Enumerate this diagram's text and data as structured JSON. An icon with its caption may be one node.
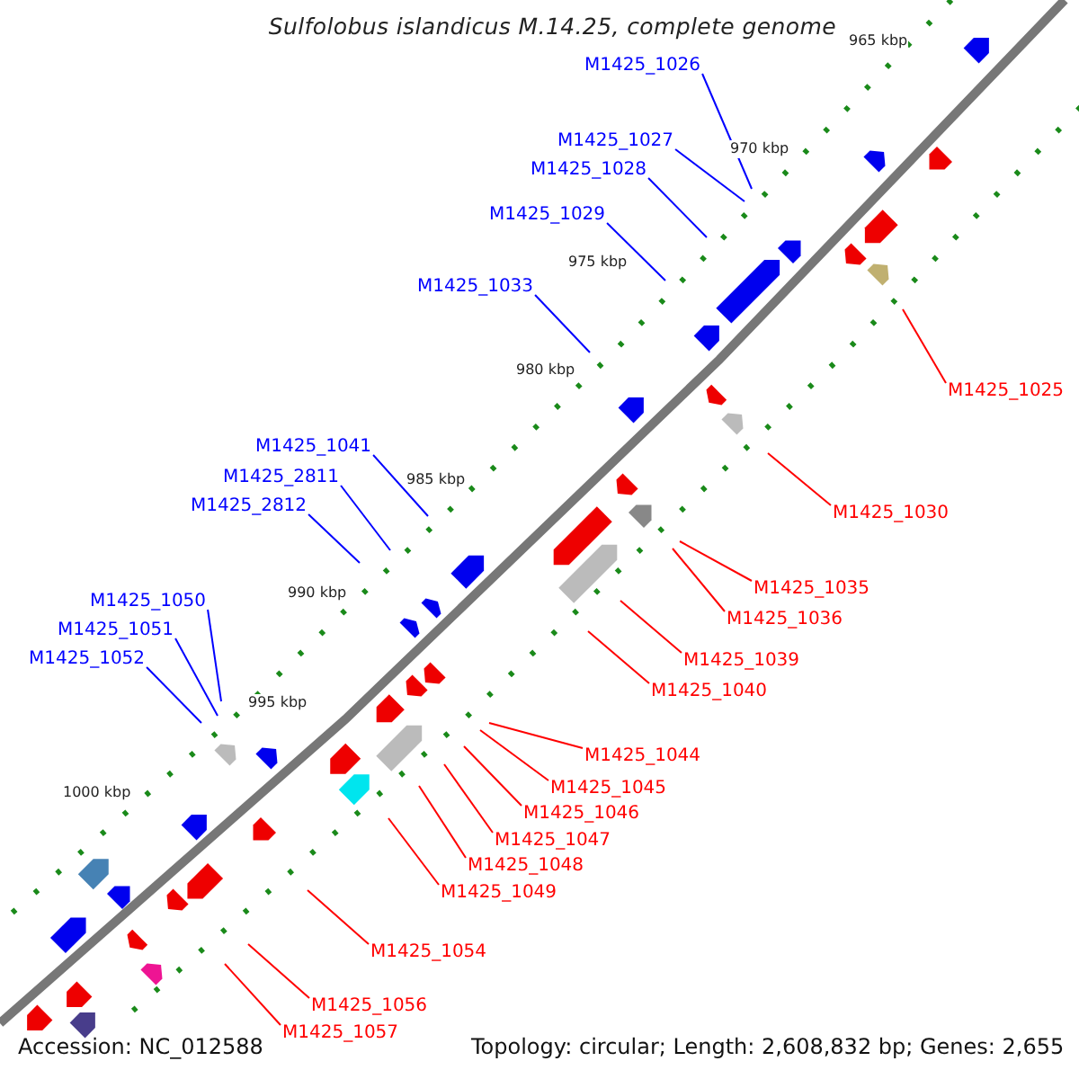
{
  "diagram": {
    "title": "Sulfolobus islandicus M.14.25, complete genome",
    "nodes": [
      {
        "text": [
          "M1425_1026"
        ]
      },
      {
        "text": [
          "M1425_1027"
        ]
      },
      {
        "text": [
          "M1425_1028"
        ]
      },
      {
        "text": [
          "M1425_1029"
        ]
      },
      {
        "text": [
          "M1425_1033"
        ]
      },
      {
        "text": [
          "M1425_1025"
        ]
      },
      {
        "text": [
          "M1425_1041"
        ]
      },
      {
        "text": [
          "M1425_2811"
        ]
      },
      {
        "text": [
          "M1425_2812"
        ]
      },
      {
        "text": [
          "M1425_1030"
        ]
      },
      {
        "text": [
          "M1425_1035"
        ]
      },
      {
        "text": [
          "M1425_1050"
        ]
      },
      {
        "text": [
          "M1425_1036"
        ]
      },
      {
        "text": [
          "M1425_1051"
        ]
      },
      {
        "text": [
          "M1425_1052"
        ]
      },
      {
        "text": [
          "M1425_1039"
        ]
      },
      {
        "text": [
          "M1425_1040"
        ]
      },
      {
        "text": [
          "M1425_1044"
        ]
      },
      {
        "text": [
          "M1425_1045"
        ]
      },
      {
        "text": [
          "M1425_1046"
        ]
      },
      {
        "text": [
          "M1425_1047"
        ]
      },
      {
        "text": [
          "M1425_1048"
        ]
      },
      {
        "text": [
          "M1425_1049"
        ]
      },
      {
        "text": [
          "M1425_1054"
        ]
      },
      {
        "text": [
          "M1425_1056"
        ]
      },
      {
        "text": [
          "M1425_1057"
        ]
      }
    ],
    "edges": [
      {
        "from": 0,
        "to": null,
        "arrow": "none",
        "color": "#0000ff"
      },
      {
        "from": 1,
        "to": null,
        "arrow": "none",
        "color": "#0000ff"
      },
      {
        "from": 2,
        "to": null,
        "arrow": "none",
        "color": "#0000ff"
      },
      {
        "from": 3,
        "to": null,
        "arrow": "none",
        "color": "#0000ff"
      },
      {
        "from": 4,
        "to": null,
        "arrow": "none",
        "color": "#0000ff"
      },
      {
        "from": 5,
        "to": null,
        "arrow": "none"
      },
      {
        "from": 6,
        "to": null,
        "arrow": "none",
        "color": "#0000ff"
      },
      {
        "from": 7,
        "to": null,
        "arrow": "none",
        "color": "#0000ff"
      },
      {
        "from": 8,
        "to": null,
        "arrow": "none",
        "color": "#0000ff"
      },
      {
        "from": 9,
        "to": null,
        "arrow": "none"
      },
      {
        "from": 10,
        "to": null,
        "arrow": "none"
      },
      {
        "from": 11,
        "to": null,
        "arrow": "none",
        "color": "#0000ff"
      },
      {
        "from": 12,
        "to": null,
        "arrow": "none"
      },
      {
        "from": 13,
        "to": null,
        "arrow": "none",
        "color": "#0000ff"
      },
      {
        "from": 14,
        "to": null,
        "arrow": "none",
        "color": "#0000ff"
      },
      {
        "from": 15,
        "to": null,
        "arrow": "none"
      },
      {
        "from": 16,
        "to": null,
        "arrow": "none"
      },
      {
        "from": 17,
        "to": null,
        "arrow": "none"
      },
      {
        "from": 18,
        "to": null,
        "arrow": "none"
      },
      {
        "from": 19,
        "to": null,
        "arrow": "none"
      },
      {
        "from": 20,
        "to": null,
        "arrow": "none"
      },
      {
        "from": 21,
        "to": null,
        "arrow": "none"
      },
      {
        "from": 22,
        "to": null,
        "arrow": "none"
      },
      {
        "from": 23,
        "to": null,
        "arrow": "none"
      },
      {
        "from": 24,
        "to": null,
        "arrow": "none"
      },
      {
        "from": 25,
        "to": null,
        "arrow": "none"
      }
    ],
    "labels": [
      "965 kbp",
      "970 kbp",
      "975 kbp",
      "980 kbp",
      "985 kbp",
      "990 kbp",
      "995 kbp",
      "1000 kbp",
      "Accession: NC_012588",
      "Topology: circular; Length: 2,608,832 bp; Genes: 2,655"
    ]
  }
}
